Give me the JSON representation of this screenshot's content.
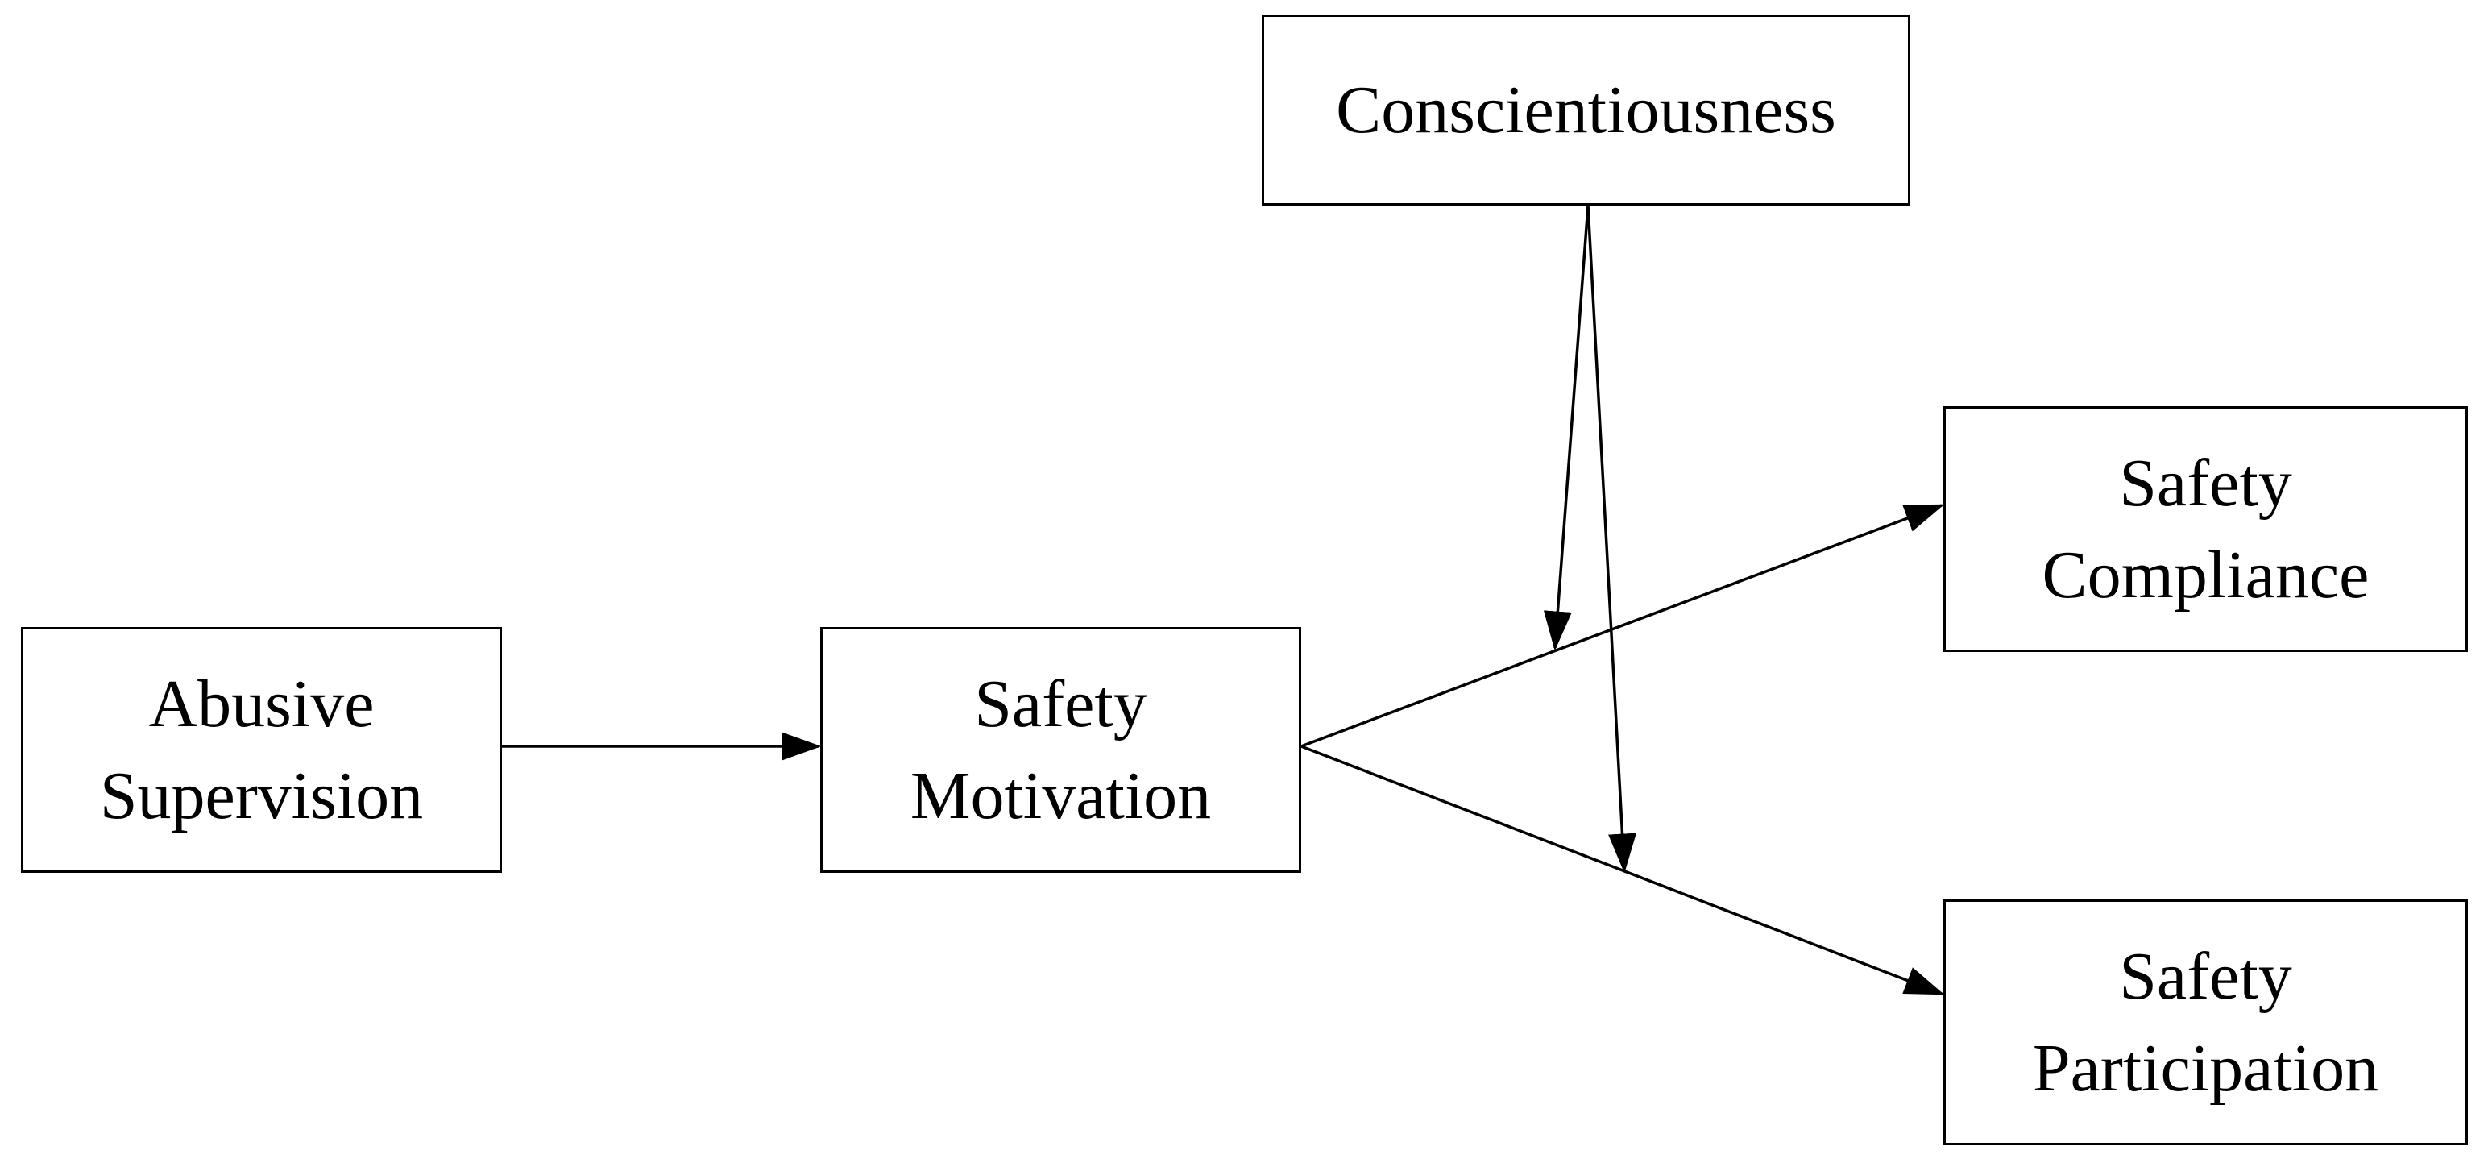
{
  "nodes": {
    "abusive_supervision": {
      "line1": "Abusive",
      "line2": "Supervision"
    },
    "safety_motivation": {
      "line1": "Safety",
      "line2": "Motivation"
    },
    "conscientiousness": {
      "label": "Conscientiousness"
    },
    "safety_compliance": {
      "line1": "Safety",
      "line2": "Compliance"
    },
    "safety_participation": {
      "line1": "Safety",
      "line2": "Participation"
    }
  },
  "edges": [
    {
      "from": "Abusive Supervision",
      "to": "Safety Motivation"
    },
    {
      "from": "Safety Motivation",
      "to": "Safety Compliance"
    },
    {
      "from": "Safety Motivation",
      "to": "Safety Participation"
    },
    {
      "from": "Conscientiousness",
      "to": "Safety Motivation → Safety Compliance"
    },
    {
      "from": "Conscientiousness",
      "to": "Safety Motivation → Safety Participation"
    }
  ],
  "colors": {
    "stroke": "#000000",
    "background": "#ffffff"
  }
}
